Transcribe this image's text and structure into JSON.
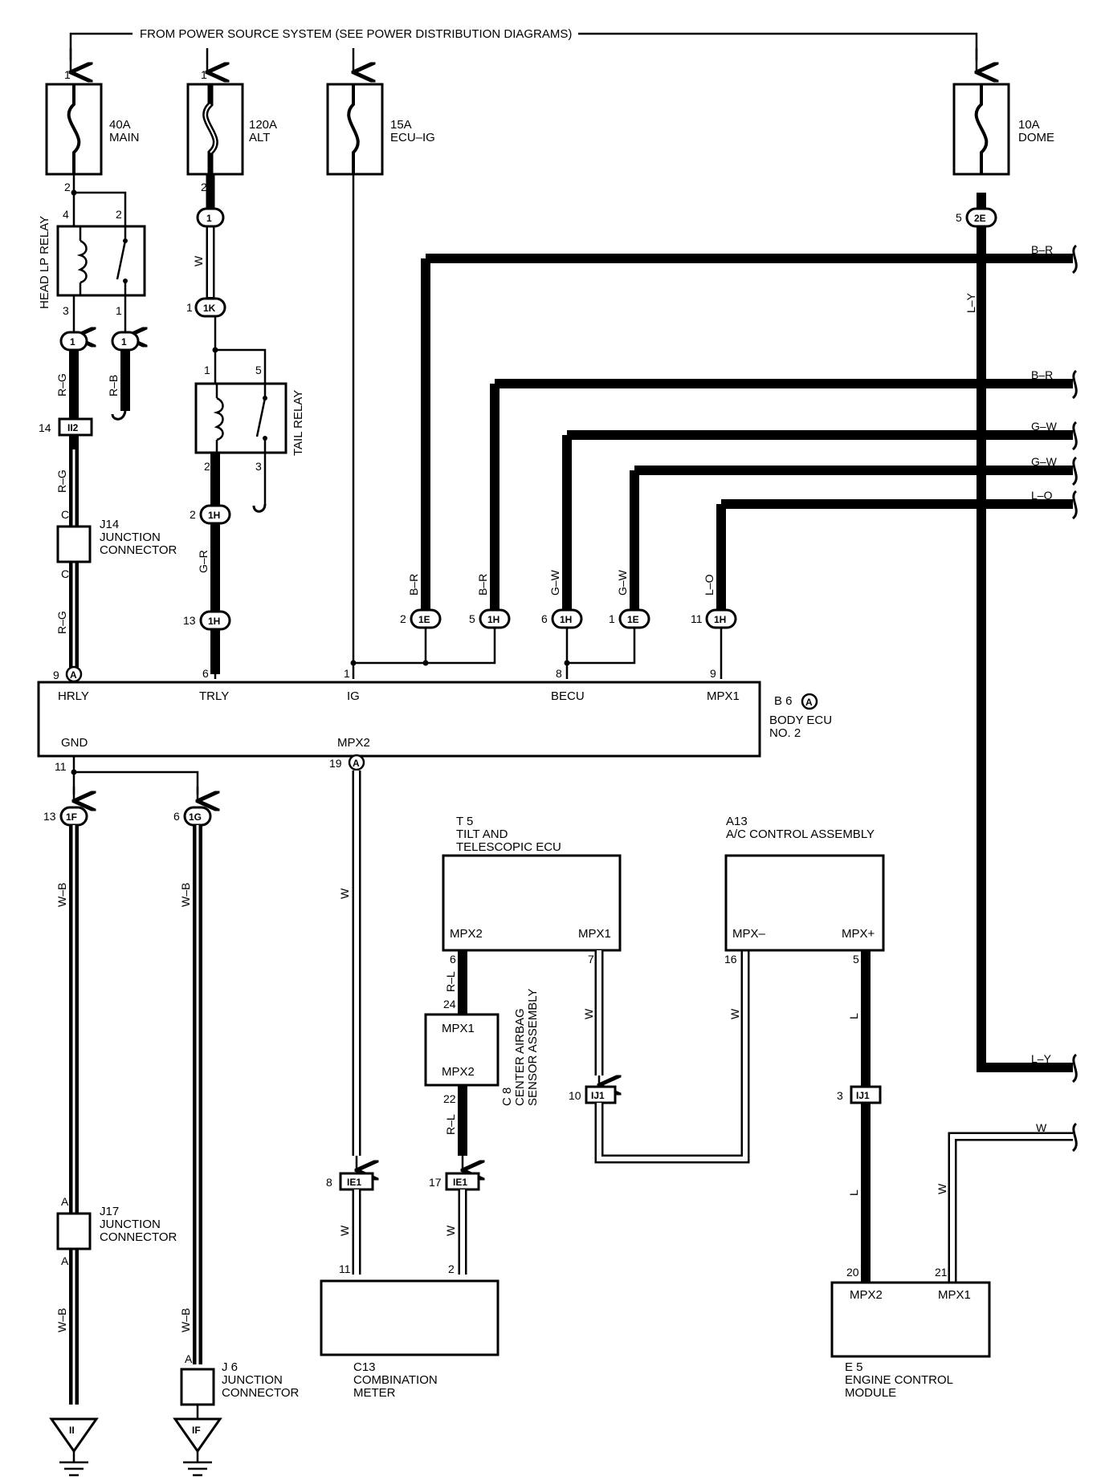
{
  "header": {
    "power_source": "FROM POWER SOURCE SYSTEM (SEE POWER DISTRIBUTION DIAGRAMS)"
  },
  "fuses": [
    {
      "rating": "40A",
      "name": "MAIN",
      "pin_in": "1",
      "pin_out": "2"
    },
    {
      "rating": "120A",
      "name": "ALT",
      "pin_in": "1",
      "pin_out": "2"
    },
    {
      "rating": "15A",
      "name": "ECU–IG"
    },
    {
      "rating": "10A",
      "name": "DOME"
    }
  ],
  "relays": {
    "head_lp": {
      "name": "HEAD LP RELAY",
      "pins": [
        "4",
        "2",
        "3",
        "1"
      ]
    },
    "tail": {
      "name": "TAIL RELAY",
      "pins": [
        "1",
        "5",
        "2",
        "3"
      ]
    }
  },
  "connectors": {
    "c1a": "1",
    "c1b": "1",
    "c1c": "1",
    "c1k": "1K",
    "c1h_top": "1H",
    "c1h_bot": "1H",
    "c2e": "2E",
    "ii2": "II2",
    "b1e_a": "1E",
    "b1h_a": "1H",
    "b1h_b": "1H",
    "b1e_b": "1E",
    "b1h_c": "1H",
    "a_hrly": "A",
    "a_mpx2": "A",
    "b6_a": "A",
    "c1f": "1F",
    "c1g": "1G",
    "ij1_a": "IJ1",
    "ij1_b": "IJ1",
    "ie1_a": "IE1",
    "ie1_b": "IE1",
    "gnd_ii": "II",
    "gnd_if": "IF"
  },
  "pins": {
    "p_1k": "1",
    "p_1h_top": "2",
    "p_1h_bot": "13",
    "p_5_2e": "5",
    "p_14": "14",
    "p_c1": "C",
    "p_c2": "C",
    "p_be_2": "2",
    "p_bh_5": "5",
    "p_bh_6": "6",
    "p_be_1": "1",
    "p_bh_11": "11",
    "p_hrly": "9",
    "p_trly": "6",
    "p_ig": "1",
    "p_becu": "8",
    "p_mpx1": "9",
    "p_gnd": "11",
    "p_mpx2": "19",
    "p_1f": "13",
    "p_1g": "6",
    "p_t5_6": "6",
    "p_t5_7": "7",
    "p_a13_16": "16",
    "p_a13_5": "5",
    "p_c8_24": "24",
    "p_c8_22": "22",
    "p_ij1_10": "10",
    "p_ij1_3": "3",
    "p_ie1_8": "8",
    "p_ie1_17": "17",
    "p_c13_11": "11",
    "p_c13_2": "2",
    "p_e5_20": "20",
    "p_e5_21": "21",
    "p_j17_a1": "A",
    "p_j17_a2": "A",
    "p_j6_a": "A"
  },
  "wires": {
    "w_rb": "R–B",
    "w_rg1": "R–G",
    "w_rg2": "R–G",
    "w_rg3": "R–G",
    "w_w1": "W",
    "w_gr": "G–R",
    "w_ly": "L–Y",
    "w_br1": "B–R",
    "w_br2": "B–R",
    "w_gw1": "G–W",
    "w_gw2": "G–W",
    "w_lo": "L–O",
    "w_v_br1": "B–R",
    "w_v_br2": "B–R",
    "w_v_gw1": "G–W",
    "w_v_gw2": "G–W",
    "w_v_lo": "L–O",
    "w_wb1": "W–B",
    "w_wb2": "W–B",
    "w_wb3": "W–B",
    "w_wb4": "W–B",
    "w_w2": "W",
    "w_rl1": "R–L",
    "w_rl2": "R–L",
    "w_w3": "W",
    "w_w4": "W",
    "w_l1": "L",
    "w_l2": "L",
    "w_ly2": "L–Y",
    "w_w5": "W",
    "w_w6": "W",
    "w_w7": "W",
    "w_w8": "W"
  },
  "body_ecu": {
    "id": "B 6",
    "name_1": "BODY ECU",
    "name_2": "NO. 2",
    "terminals": [
      "HRLY",
      "TRLY",
      "IG",
      "BECU",
      "MPX1",
      "GND",
      "MPX2"
    ]
  },
  "junctions": {
    "j14": {
      "id": "J14",
      "l1": "JUNCTION",
      "l2": "CONNECTOR"
    },
    "j17": {
      "id": "J17",
      "l1": "JUNCTION",
      "l2": "CONNECTOR"
    },
    "j6": {
      "id": "J 6",
      "l1": "JUNCTION",
      "l2": "CONNECTOR"
    }
  },
  "components": {
    "t5": {
      "id": "T 5",
      "l1": "TILT AND",
      "l2": "TELESCOPIC ECU",
      "t1": "MPX2",
      "t2": "MPX1"
    },
    "a13": {
      "id": "A13",
      "l1": "A/C CONTROL ASSEMBLY",
      "t1": "MPX–",
      "t2": "MPX+"
    },
    "c8": {
      "id": "C 8",
      "l1": "CENTER AIRBAG",
      "l2": "SENSOR ASSEMBLY",
      "t1": "MPX1",
      "t2": "MPX2"
    },
    "c13": {
      "id": "C13",
      "l1": "COMBINATION",
      "l2": "METER"
    },
    "e5": {
      "id": "E 5",
      "l1": "ENGINE CONTROL",
      "l2": "MODULE",
      "t1": "MPX2",
      "t2": "MPX1"
    }
  }
}
